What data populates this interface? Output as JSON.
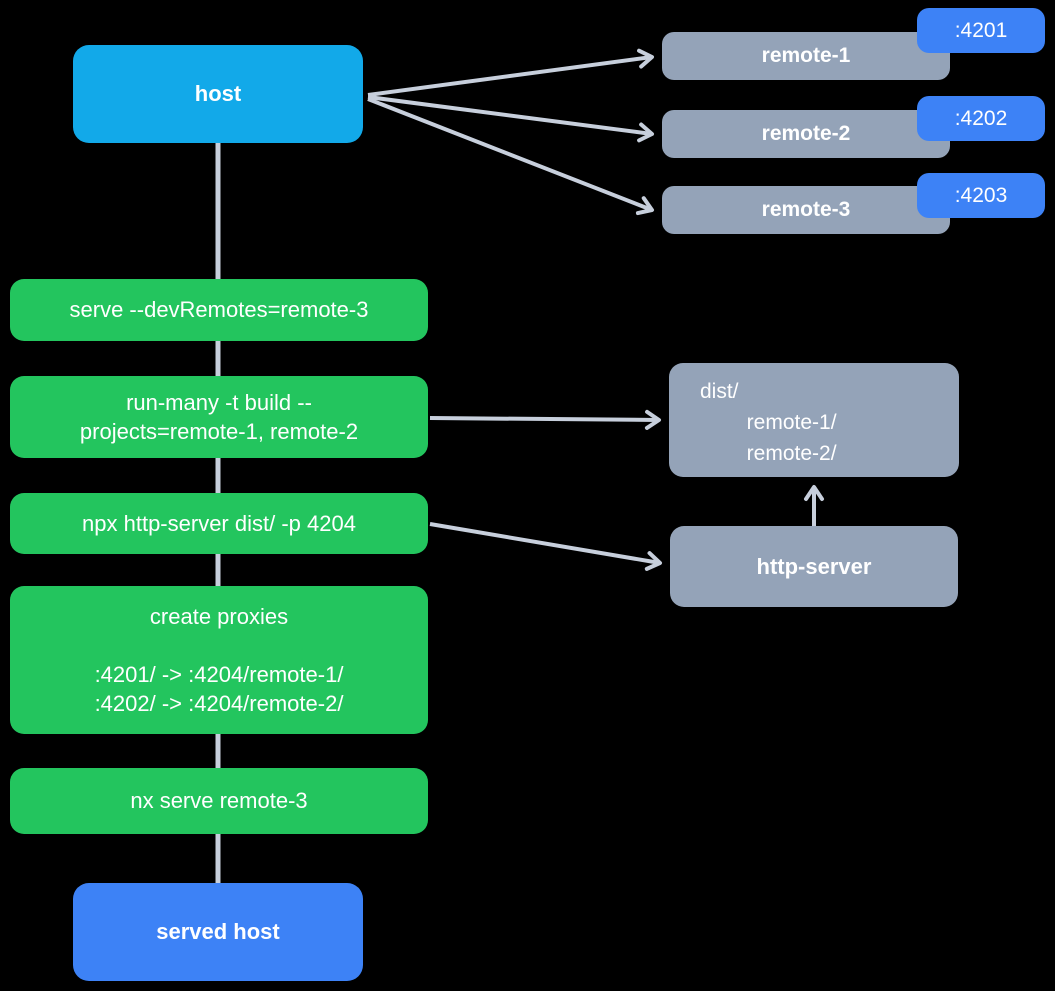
{
  "diagram": {
    "host": {
      "label": "host"
    },
    "remotes": [
      {
        "label": "remote-1",
        "port": ":4201"
      },
      {
        "label": "remote-2",
        "port": ":4202"
      },
      {
        "label": "remote-3",
        "port": ":4203"
      }
    ],
    "steps": [
      {
        "text": "serve --devRemotes=remote-3"
      },
      {
        "text": "run-many -t build --\nprojects=remote-1, remote-2"
      },
      {
        "text": "npx http-server dist/ -p 4204"
      },
      {
        "text": "create proxies\n\n:4201/ -> :4204/remote-1/\n:4202/ -> :4204/remote-2/"
      },
      {
        "text": "nx serve remote-3"
      }
    ],
    "dist": {
      "text": "dist/\n        remote-1/\n        remote-2/"
    },
    "http_server": {
      "label": "http-server"
    },
    "served_host": {
      "label": "served host"
    }
  },
  "colors": {
    "background": "#000000",
    "host_blue": "#12a9e9",
    "port_blue": "#3d82f6",
    "step_green": "#23c55e",
    "remote_gray": "#94a3b8",
    "connector_gray": "#c7cfdc",
    "text": "#ffffff"
  }
}
